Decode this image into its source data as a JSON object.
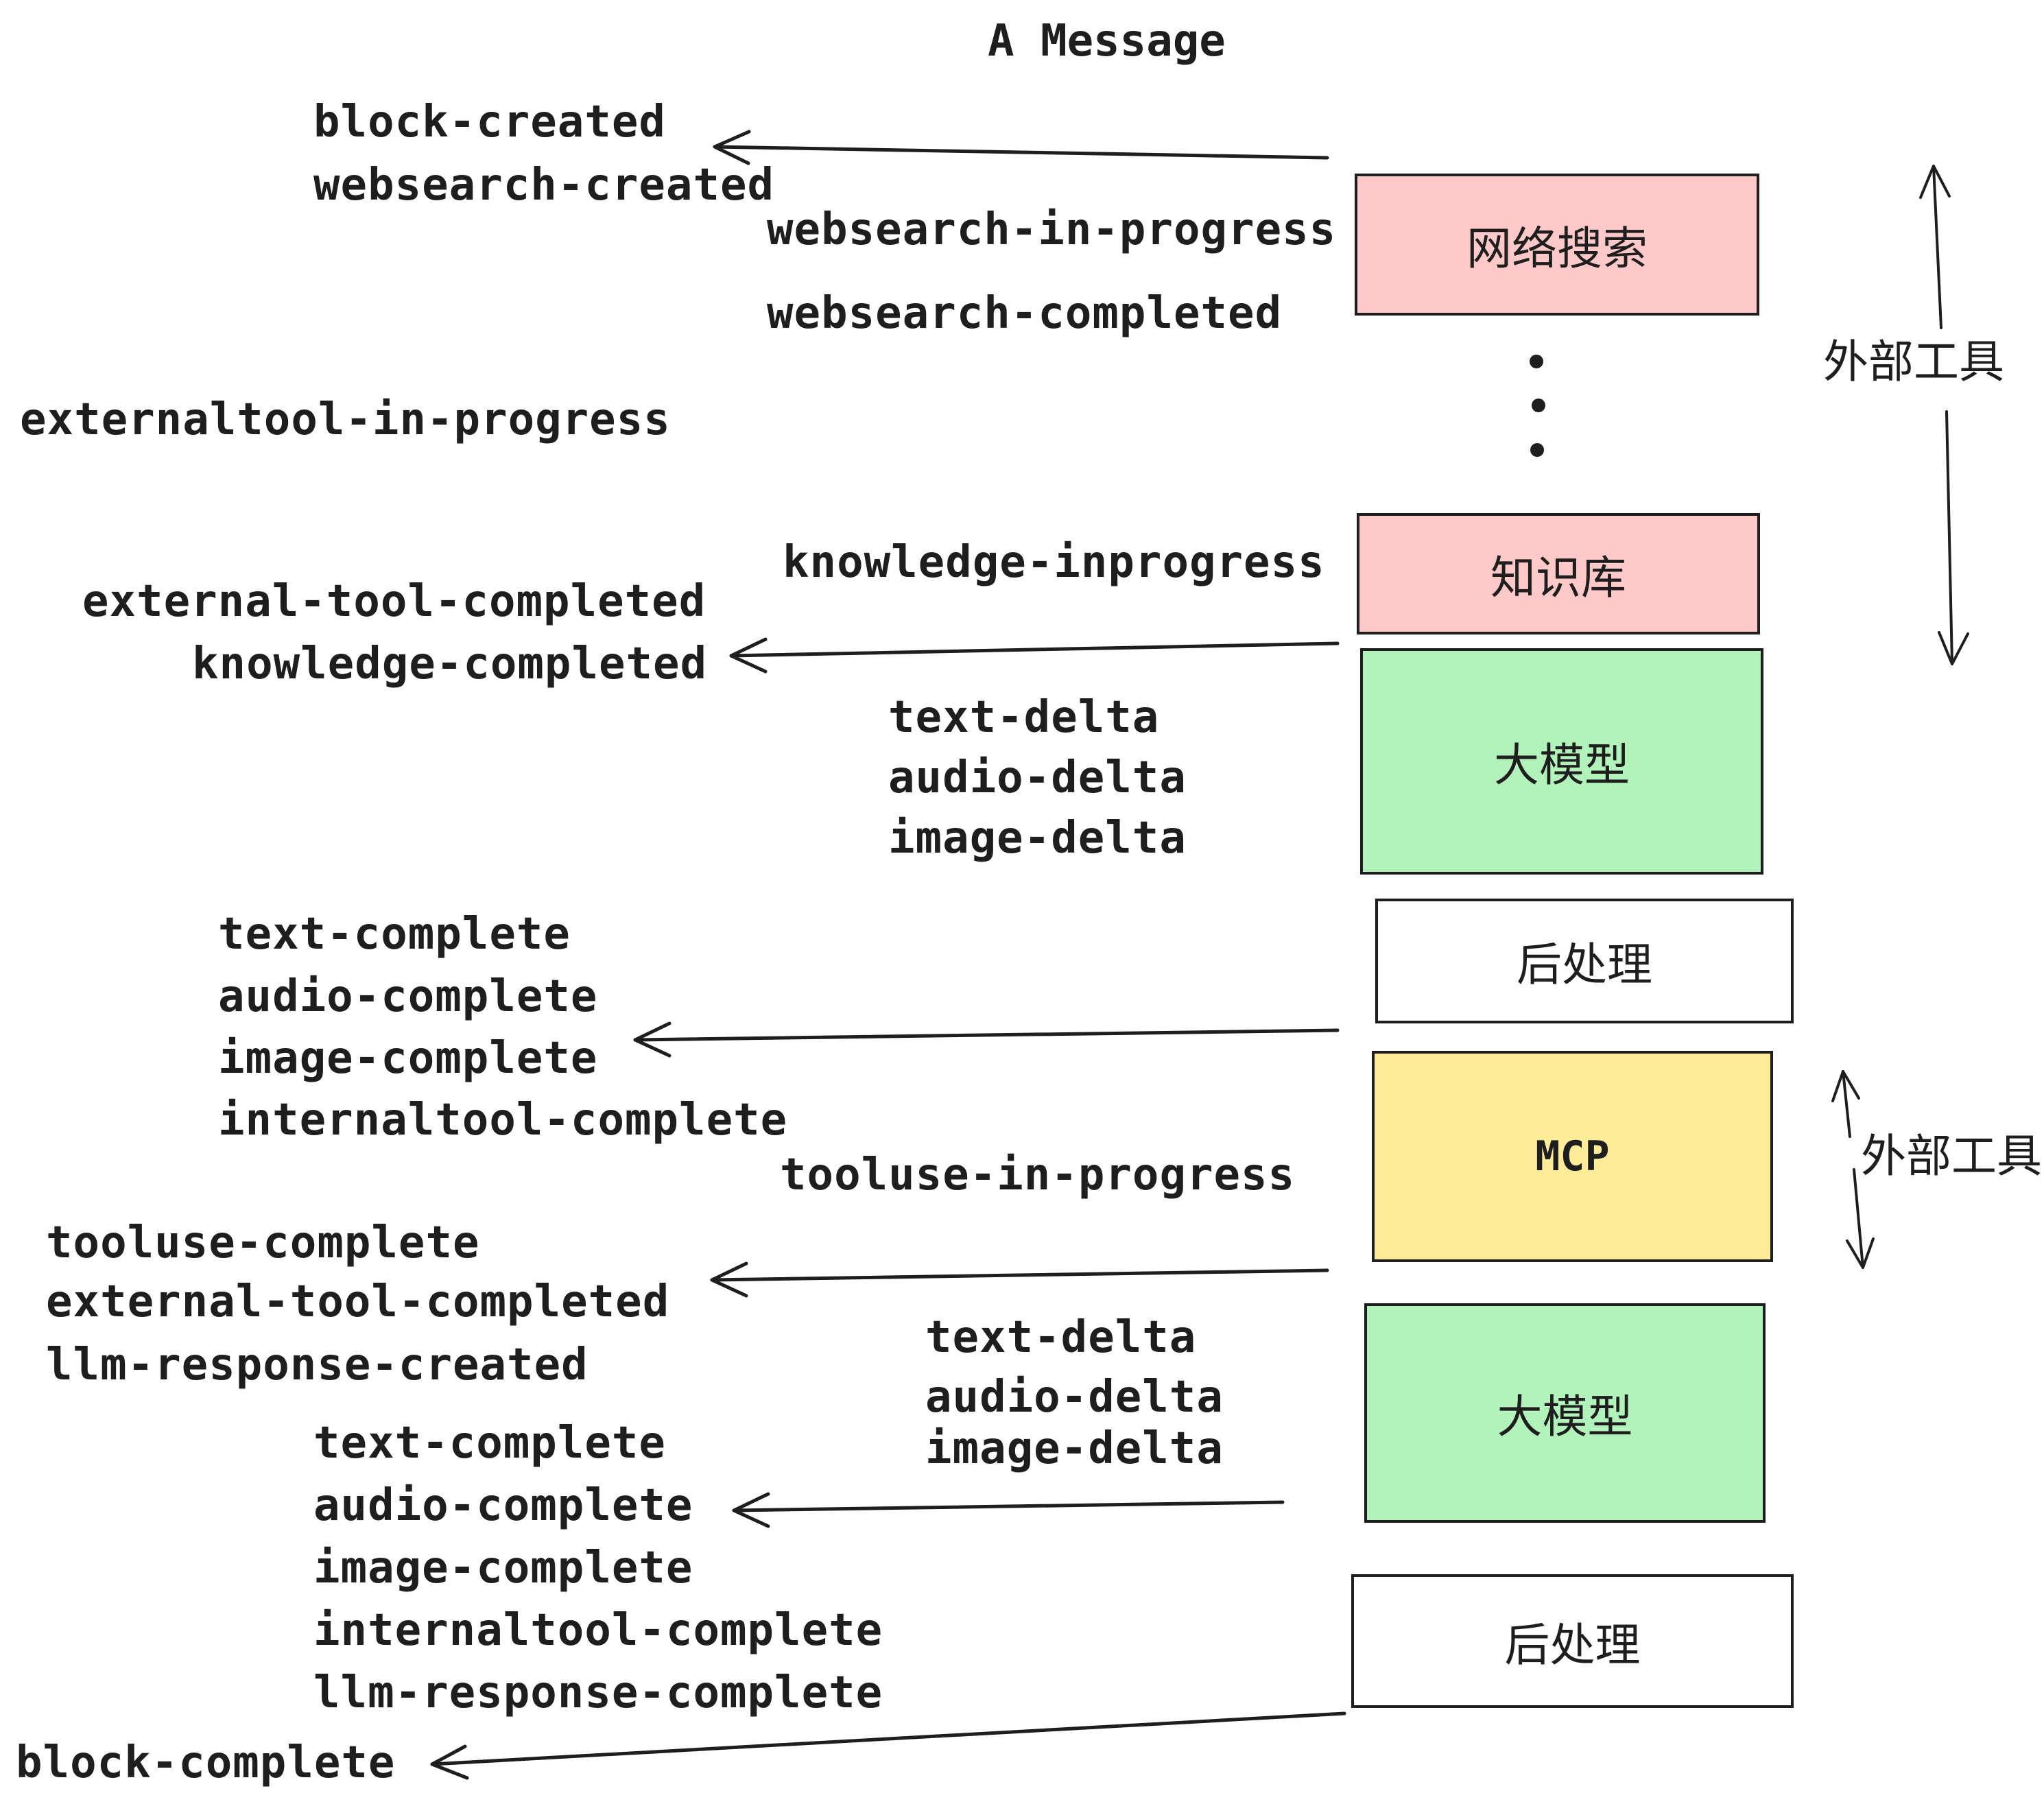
{
  "title": "A Message",
  "boxes": [
    {
      "id": "websearch",
      "label": "网络搜索",
      "color": "#ffc9c9"
    },
    {
      "id": "knowledge",
      "label": "知识库",
      "color": "#ffc9c9"
    },
    {
      "id": "llm-1",
      "label": "大模型",
      "color": "#b2f2bb"
    },
    {
      "id": "post-1",
      "label": "后处理",
      "color": "#ffffff"
    },
    {
      "id": "mcp",
      "label": "MCP",
      "color": "#ffec99"
    },
    {
      "id": "llm-2",
      "label": "大模型",
      "color": "#b2f2bb"
    },
    {
      "id": "post-2",
      "label": "后处理",
      "color": "#ffffff"
    }
  ],
  "side_labels": [
    {
      "id": "external-tools-top",
      "label": "外部工具"
    },
    {
      "id": "external-tools-bottom",
      "label": "外部工具"
    }
  ],
  "events": [
    {
      "id": "block-created",
      "text": "block-created"
    },
    {
      "id": "websearch-created",
      "text": "websearch-created"
    },
    {
      "id": "websearch-in-progress",
      "text": "websearch-in-progress"
    },
    {
      "id": "websearch-completed",
      "text": "websearch-completed"
    },
    {
      "id": "externaltool-in-progress",
      "text": "externaltool-in-progress"
    },
    {
      "id": "knowledge-inprogress",
      "text": "knowledge-inprogress"
    },
    {
      "id": "external-tool-completed-1",
      "text": "external-tool-completed"
    },
    {
      "id": "knowledge-completed",
      "text": "knowledge-completed"
    },
    {
      "id": "text-delta-1",
      "text": "text-delta"
    },
    {
      "id": "audio-delta-1",
      "text": "audio-delta"
    },
    {
      "id": "image-delta-1",
      "text": "image-delta"
    },
    {
      "id": "text-complete-1",
      "text": "text-complete"
    },
    {
      "id": "audio-complete-1",
      "text": "audio-complete"
    },
    {
      "id": "image-complete-1",
      "text": "image-complete"
    },
    {
      "id": "internaltool-complete-1",
      "text": "internaltool-complete"
    },
    {
      "id": "tooluse-in-progress",
      "text": "tooluse-in-progress"
    },
    {
      "id": "tooluse-complete",
      "text": "tooluse-complete"
    },
    {
      "id": "external-tool-completed-2",
      "text": "external-tool-completed"
    },
    {
      "id": "llm-response-created",
      "text": "llm-response-created"
    },
    {
      "id": "text-delta-2",
      "text": "text-delta"
    },
    {
      "id": "audio-delta-2",
      "text": "audio-delta"
    },
    {
      "id": "image-delta-2",
      "text": "image-delta"
    },
    {
      "id": "text-complete-2",
      "text": "text-complete"
    },
    {
      "id": "audio-complete-2",
      "text": "audio-complete"
    },
    {
      "id": "image-complete-2",
      "text": "image-complete"
    },
    {
      "id": "internaltool-complete-2",
      "text": "internaltool-complete"
    },
    {
      "id": "llm-response-complete",
      "text": "llm-response-complete"
    },
    {
      "id": "block-complete",
      "text": "block-complete"
    }
  ],
  "decorations": {
    "ellipsis_dots_count": 3
  },
  "colors": {
    "ink": "#1e1e1e",
    "pink": "#ffc9c9",
    "green": "#b2f2bb",
    "yellow": "#ffec99",
    "white": "#ffffff",
    "background": "#ffffff"
  }
}
